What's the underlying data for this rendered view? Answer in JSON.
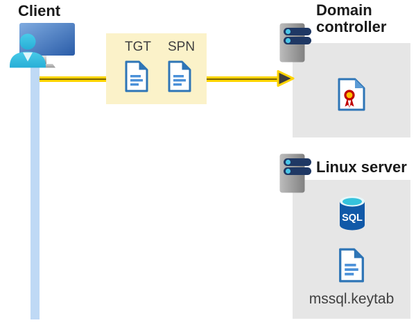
{
  "diagram": {
    "client": {
      "label": "Client"
    },
    "ticket_box": {
      "tgt_label": "TGT",
      "spn_label": "SPN"
    },
    "domain_controller": {
      "label": "Domain controller"
    },
    "linux_server": {
      "label": "Linux server",
      "sql_label": "SQL",
      "keytab_label": "mssql.keytab"
    }
  },
  "icons": {
    "client": "desktop-user-icon",
    "domain_controller": "server-icon",
    "linux_server": "server-icon",
    "tgt": "document-icon",
    "spn": "document-icon",
    "certificate": "certificate-icon",
    "database": "sql-database-icon",
    "keytab": "document-icon",
    "flow": "arrow-right-icon"
  },
  "colors": {
    "arrow_yellow": "#FFD400",
    "arrow_core": "#7A6300",
    "arrowhead_fill": "#3F3F3F",
    "ticket_box_bg": "#FBF2C9",
    "panel_gray": "#E6E6E6",
    "doc_border_blue": "#2E75B6",
    "doc_line_blue": "#4A90D8",
    "person_cyan": "#38BFE1",
    "lifeline_blue": "#BFD9F5",
    "server_bar_navy": "#1F3864",
    "server_dot_cyan": "#4AC6E8",
    "sql_body_blue": "#1159A8",
    "sql_top_cyan": "#35C2DC",
    "cert_ribbon_red": "#C00000",
    "cert_seal_yellow": "#FFC000",
    "heading_text": "#1A1A1A",
    "caption_text": "#404040"
  }
}
